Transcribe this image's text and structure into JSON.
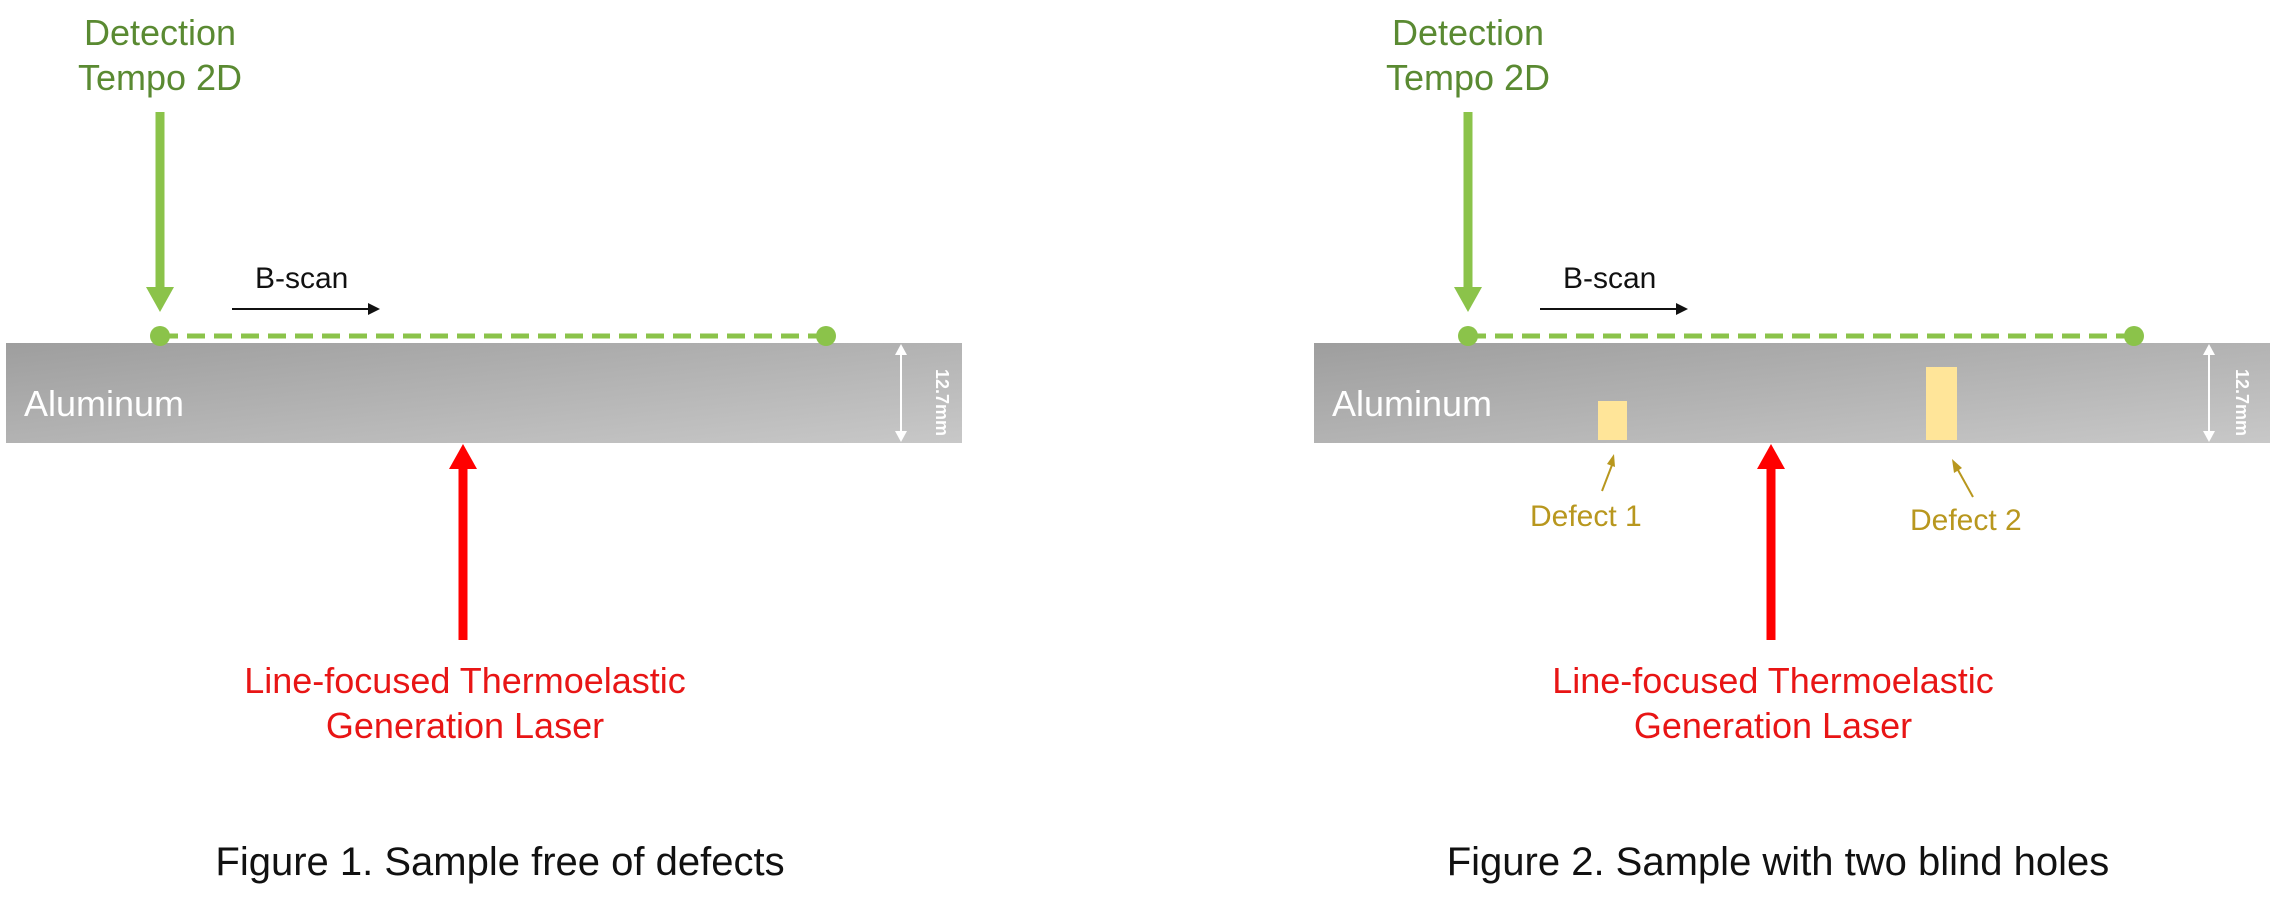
{
  "figures": [
    {
      "detection_label_line1": "Detection",
      "detection_label_line2": "Tempo 2D",
      "scan_label": "B-scan",
      "material_label": "Aluminum",
      "thickness_label": "12.7mm",
      "laser_label_line1": "Line-focused Thermoelastic",
      "laser_label_line2": "Generation Laser",
      "caption": "Figure 1. Sample free of defects"
    },
    {
      "detection_label_line1": "Detection",
      "detection_label_line2": "Tempo 2D",
      "scan_label": "B-scan",
      "material_label": "Aluminum",
      "thickness_label": "12.7mm",
      "laser_label_line1": "Line-focused Thermoelastic",
      "laser_label_line2": "Generation Laser",
      "caption": "Figure 2. Sample with two blind holes",
      "defects": [
        {
          "label": "Defect 1"
        },
        {
          "label": "Defect 2"
        }
      ]
    }
  ],
  "colors": {
    "detection": "#8bc34a",
    "detection_text": "#5a8a32",
    "laser": "#ff0000",
    "defect_fill": "#ffe599",
    "defect_text": "#b8971e",
    "aluminum_dark": "#9e9e9e",
    "aluminum_light": "#c4c4c4"
  }
}
